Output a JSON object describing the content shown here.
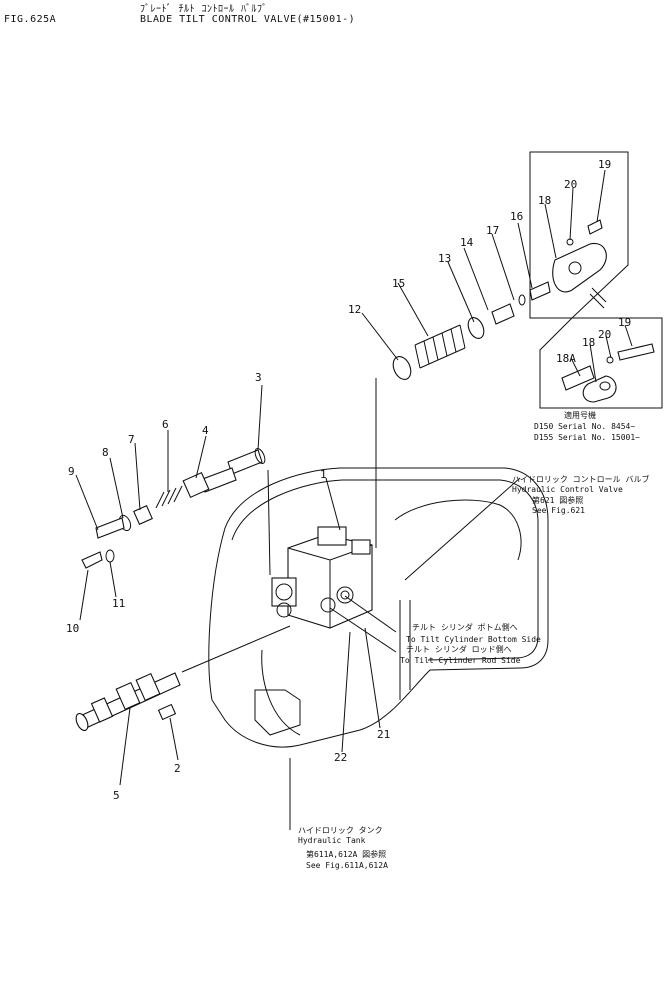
{
  "header": {
    "figure_no": "FIG.625A",
    "title_jp": "ﾌﾞﾚｰﾄﾞ ﾁﾙﾄ ｺﾝﾄﾛｰﾙ ﾊﾞﾙﾌﾞ",
    "title_en": "BLADE TILT CONTROL VALVE(#15001-)"
  },
  "part_labels": [
    "1",
    "2",
    "3",
    "4",
    "5",
    "6",
    "7",
    "8",
    "9",
    "10",
    "11",
    "12",
    "13",
    "14",
    "15",
    "16",
    "17",
    "18",
    "19",
    "20",
    "21",
    "22",
    "18A",
    "18",
    "20",
    "19"
  ],
  "serial_box": {
    "heading": "適用号機",
    "line1": "D150  Serial No. 8454~",
    "line2": "D155  Serial No. 15001~"
  },
  "callouts": {
    "control_valve": {
      "jp": "ハイドロリック コントロール バルブ",
      "en": "Hydraulic Control Valve",
      "ref_jp": "第621 図参照",
      "ref_en": "See Fig.621"
    },
    "tilt_bottom": {
      "jp": "チルト シリンダ ボトム側へ",
      "en": "To Tilt Cylinder Bottom Side"
    },
    "tilt_rod": {
      "jp": "チルト シリンダ ロッド側へ",
      "en": "To Tilt Cylinder Rod Side"
    },
    "tank": {
      "jp": "ハイドロリック タンク",
      "en": "Hydraulic Tank",
      "ref_jp": "第611A,612A 図参照",
      "ref_en": "See Fig.611A,612A"
    }
  }
}
